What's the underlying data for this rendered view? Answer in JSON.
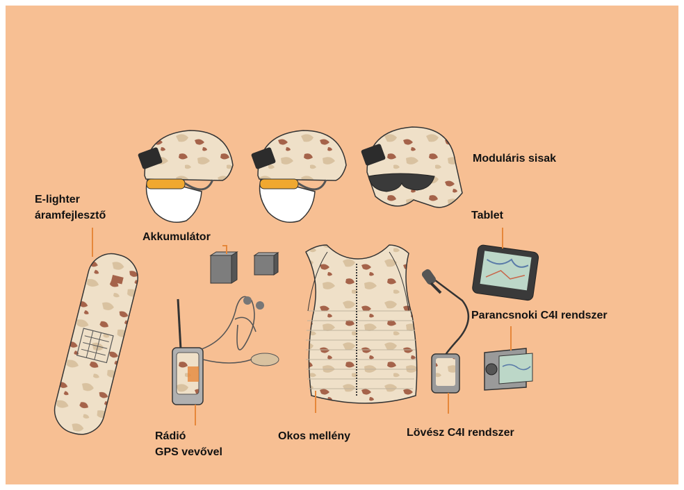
{
  "labels": {
    "helmet": "Moduláris sisak",
    "elighter_line1": "E-lighter",
    "elighter_line2": "áramfejlesztő",
    "battery": "Akkumulátor",
    "tablet": "Tablet",
    "commander": "Parancsnoki C4I rendszer",
    "radio_line1": "Rádió",
    "radio_line2": "GPS vevővel",
    "vest": "Okos mellény",
    "rifleman": "Lövész C4I rendszer"
  },
  "colors": {
    "background": "#f7bf93",
    "camo_base": "#efe0c8",
    "camo_brown": "#a5634a",
    "camo_tan": "#d9c2a0",
    "leader_line": "#e6873a",
    "device_gray": "#808080"
  }
}
